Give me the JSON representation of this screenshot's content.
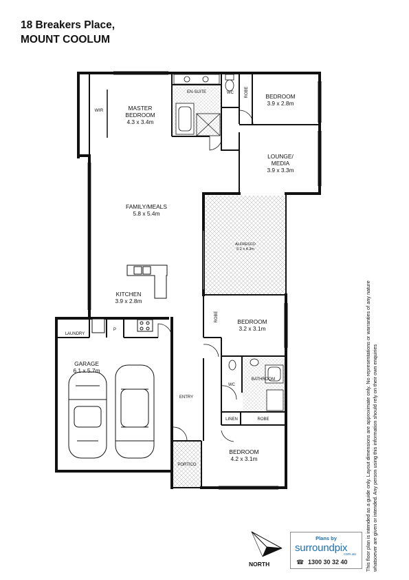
{
  "address": {
    "line1": "18 Breakers Place,",
    "line2": "MOUNT COOLUM"
  },
  "rooms": {
    "master": {
      "name1": "MASTER",
      "name2": "BEDROOM",
      "dims": "4.3 x 3.4m"
    },
    "wir": "WIR",
    "ensuite": "EN-SUITE",
    "wc": "WC",
    "robe": "ROBE",
    "bedroom2": {
      "name": "BEDROOM",
      "dims": "3.9 x 2.8m"
    },
    "lounge": {
      "name1": "LOUNGE/",
      "name2": "MEDIA",
      "dims": "3.9 x 3.3m"
    },
    "family": {
      "name": "FAMILY/MEALS",
      "dims": "5.8 x 5.4m"
    },
    "alfresco": {
      "name": "ALFRESCO",
      "dims": "5.2 x 4.3m"
    },
    "kitchen": {
      "name": "KITCHEN",
      "dims": "3.9 x 2.8m"
    },
    "laundry": "LAUNDRY",
    "pantry": "P",
    "bedroom3": {
      "name": "BEDROOM",
      "dims": "3.2 x 3.1m"
    },
    "robe3": "ROBE",
    "bathroom": "BATHROOM",
    "wc2": "WC",
    "garage": {
      "name": "GARAGE",
      "dims": "6.1 x 5.7m"
    },
    "entry": "ENTRY",
    "linen": "LINEN",
    "robe4": "ROBE",
    "bedroom4": {
      "name": "BEDROOM",
      "dims": "4.2 x 3.1m"
    },
    "portico": "PORTICO"
  },
  "disclaimer": {
    "line1": "This floor plan is intended as a guide only. Layout dimensions are approximate only. No representations or warranties of any nature",
    "line2": "whatsoever are given or intended. Any person using this information should rely on their own enquiries"
  },
  "north": "NORTH",
  "logo": {
    "plans_by": "Plans by",
    "brand": "surroundpix",
    "domain": "com.au",
    "phone": "1300 30 32 40",
    "phone_icon": "phone-icon"
  },
  "colors": {
    "wall": "#111111",
    "hatch": "#c8c8c8",
    "brand": "#1c6fb3"
  }
}
